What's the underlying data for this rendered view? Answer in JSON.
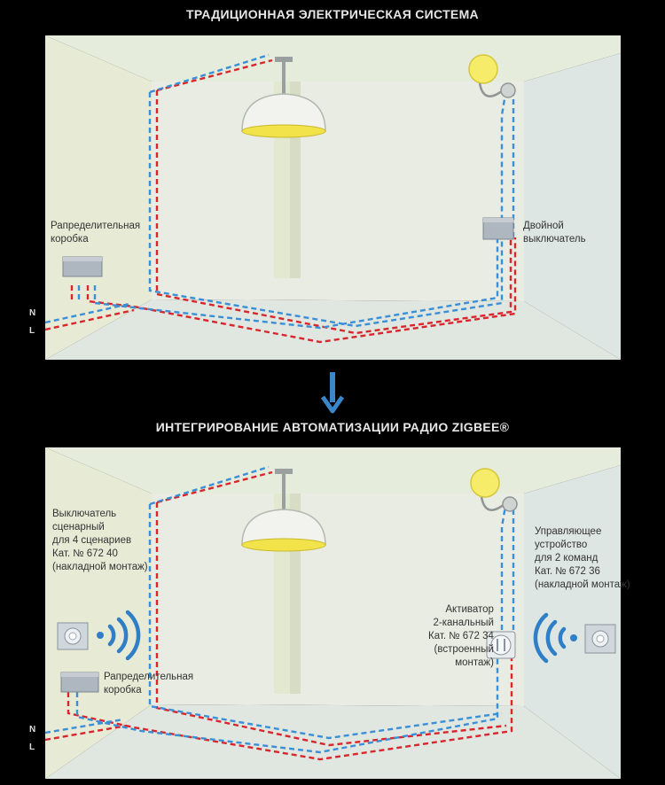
{
  "titles": {
    "traditional": "ТРАДИЦИОННАЯ ЭЛЕКТРИЧЕСКАЯ СИСТЕМА",
    "zigbee": "ИНТЕГРИРОВАНИЕ АВТОМАТИЗАЦИИ РАДИО ZIGBEE®"
  },
  "panel1": {
    "junction_box": "Рапределительная\nкоробка",
    "double_switch": "Двойной\nвыключатель",
    "neutral": "N",
    "line": "L"
  },
  "panel2": {
    "scenario_switch": "Выключатель\nсценарный\nдля 4 сценариев\nКат. № 672 40\n(накладной монтаж)",
    "junction_box": "Рапределительная\nкоробка",
    "actuator": "Активатор\n2-канальный\nКат. № 672 34\n(встроенный\nмонтаж)",
    "control_device": "Управляющее\nустройство\nдля 2 команд\nКат. № 672 36\n(накладной монтаж)",
    "neutral": "N",
    "line": "L"
  },
  "colors": {
    "wire_line": "#d9262c",
    "wire_neutral": "#3a8fd6",
    "radio_waves": "#2f7ec6",
    "arrow": "#3a86c8",
    "lamp_glow": "#f3e34a"
  },
  "icons": [
    "down-arrow-icon",
    "radio-wave-icon",
    "ceiling-lamp-icon",
    "wall-sconce-icon"
  ]
}
